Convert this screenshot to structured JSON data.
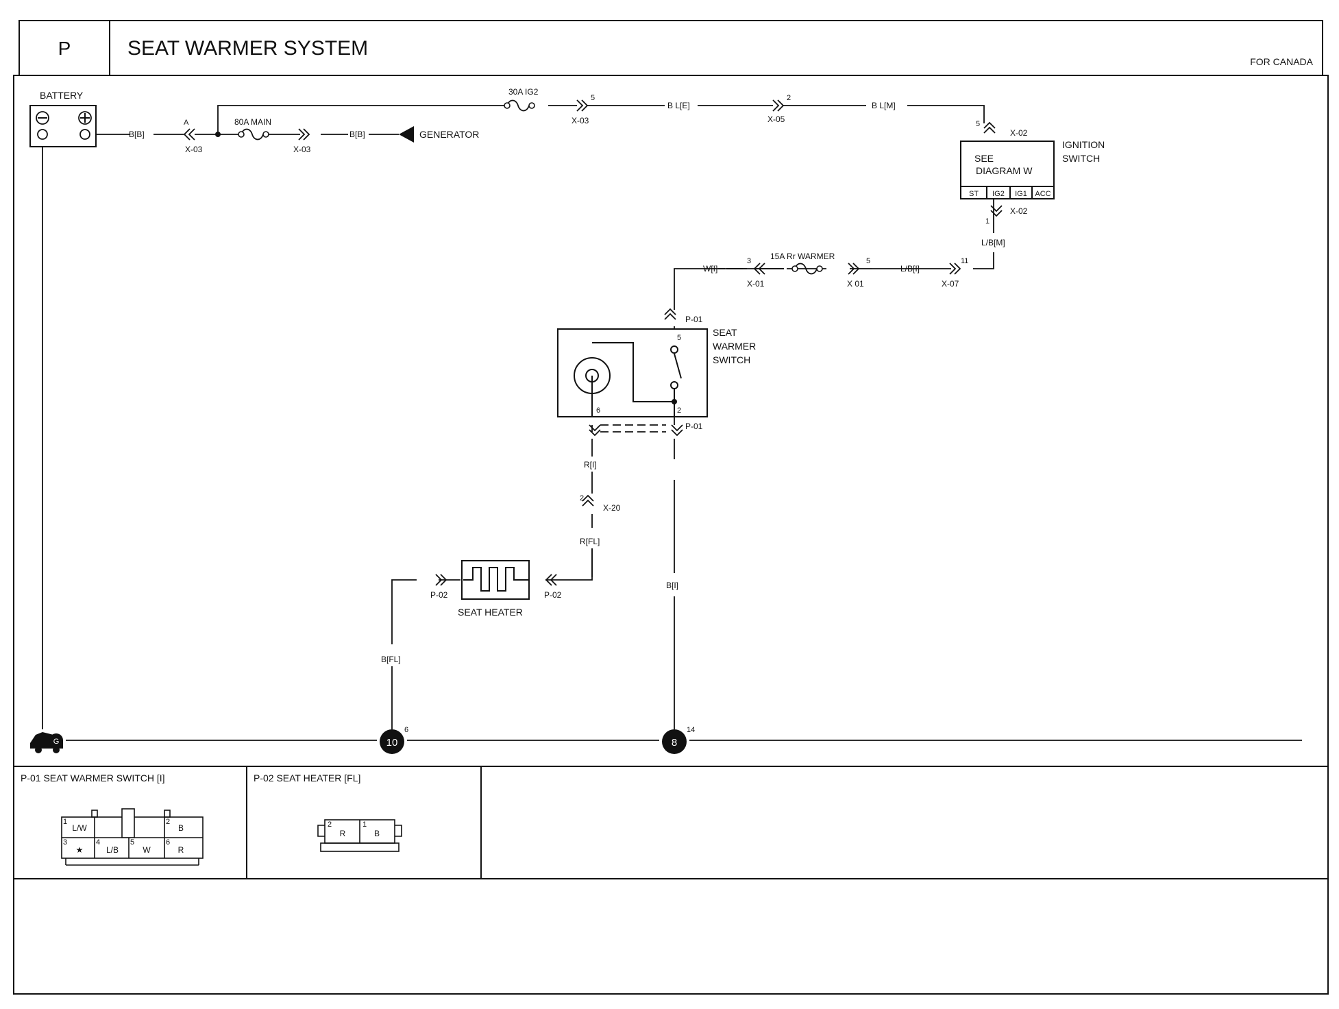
{
  "header": {
    "section_letter": "P",
    "title": "SEAT WARMER SYSTEM",
    "region_note": "FOR CANADA"
  },
  "components": {
    "battery": "BATTERY",
    "generator": "GENERATOR",
    "ignition_switch_line1": "IGNITION",
    "ignition_switch_line2": "SWITCH",
    "see_line1": "SEE",
    "see_line2": "DIAGRAM W",
    "ign_terminals": [
      "ST",
      "IG2",
      "IG1",
      "ACC"
    ],
    "seat_warmer_switch": [
      "SEAT",
      "WARMER",
      "SWITCH"
    ],
    "seat_heater": "SEAT HEATER",
    "ground_symbol": "G"
  },
  "fuses": {
    "main": "80A MAIN",
    "ig2": "30A IG2",
    "warmer": "15A Rr WARMER"
  },
  "wires": {
    "batt_out": "B[B]",
    "gen": "B[B]",
    "ig2_a": "B L[E]",
    "ig2_b": "B L[M]",
    "ign_out": "L/B[M]",
    "warmer_in": "L/B[I]",
    "warmer_out": "W[I]",
    "heater_top": "R[I]",
    "heater_mid": "R[FL]",
    "heater_gnd": "B[FL]",
    "switch_gnd": "B[I]"
  },
  "connectors": {
    "x03_a": "X-03",
    "x03_b": "X-03",
    "x03_c": "X-03",
    "x05": "X-05",
    "x02_top": "X-02",
    "x02_bot": "X-02",
    "x07": "X-07",
    "x01_a": "X-01",
    "x01_b": "X 01",
    "p01_top": "P-01",
    "p01_bot": "P-01",
    "x20": "X-20",
    "p02_left": "P-02",
    "p02_right": "P-02"
  },
  "pins": {
    "a": "A",
    "x03_pin": "5",
    "x05_pin": "2",
    "x02_top_pin": "5",
    "x02_bot_pin": "1",
    "x07_pin": "11",
    "x01_left_pin": "3",
    "x01_right_pin": "5",
    "sw_pin5": "5",
    "sw_pin6": "6",
    "sw_pin2": "2",
    "x20_pin": "2"
  },
  "ground_points": [
    {
      "number": "10",
      "pin": "6"
    },
    {
      "number": "8",
      "pin": "14"
    }
  ],
  "connector_views": {
    "p01_title": "P-01 SEAT WARMER SWITCH [I]",
    "p01_cells": [
      {
        "pin": "1",
        "label": "L/W"
      },
      {
        "pin": "2",
        "label": "B"
      },
      {
        "pin": "3",
        "label": "★"
      },
      {
        "pin": "4",
        "label": "L/B"
      },
      {
        "pin": "5",
        "label": "W"
      },
      {
        "pin": "6",
        "label": "R"
      }
    ],
    "p02_title": "P-02 SEAT HEATER [FL]",
    "p02_cells": [
      {
        "pin": "2",
        "label": "R"
      },
      {
        "pin": "1",
        "label": "B"
      }
    ]
  }
}
